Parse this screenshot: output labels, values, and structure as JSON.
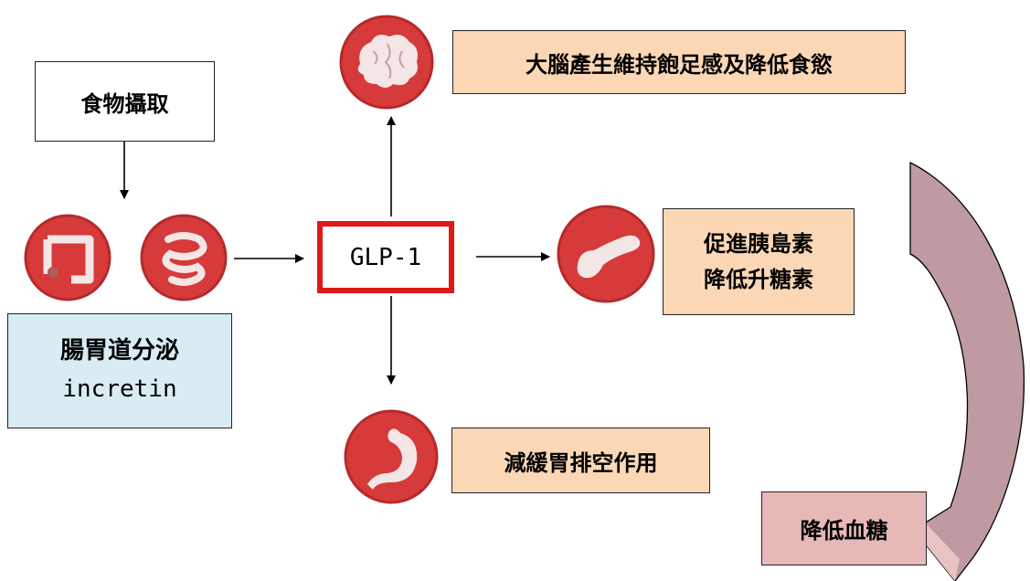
{
  "food_intake": "食物攝取",
  "gut_secretion": {
    "line1": "腸胃道分泌",
    "line2": "incretin"
  },
  "glp1": "GLP-1",
  "brain_effect": "大腦產生維持飽足感及降低食慾",
  "pancreas_effect": {
    "line1": "促進胰島素",
    "line2": "降低升糖素"
  },
  "stomach_effect": "減緩胃排空作用",
  "result": "降低血糖",
  "icons": [
    "colon-icon",
    "small-intestine-icon",
    "brain-icon",
    "pancreas-icon",
    "stomach-icon"
  ],
  "colors": {
    "icon_red": "#d63a3a",
    "peach_box": "#fbd7b5",
    "blue_box": "#d9ecf3",
    "pink_box": "#e6b8b8",
    "glp1_border": "#e01818",
    "curved_arrow": "#bf9aa0"
  }
}
